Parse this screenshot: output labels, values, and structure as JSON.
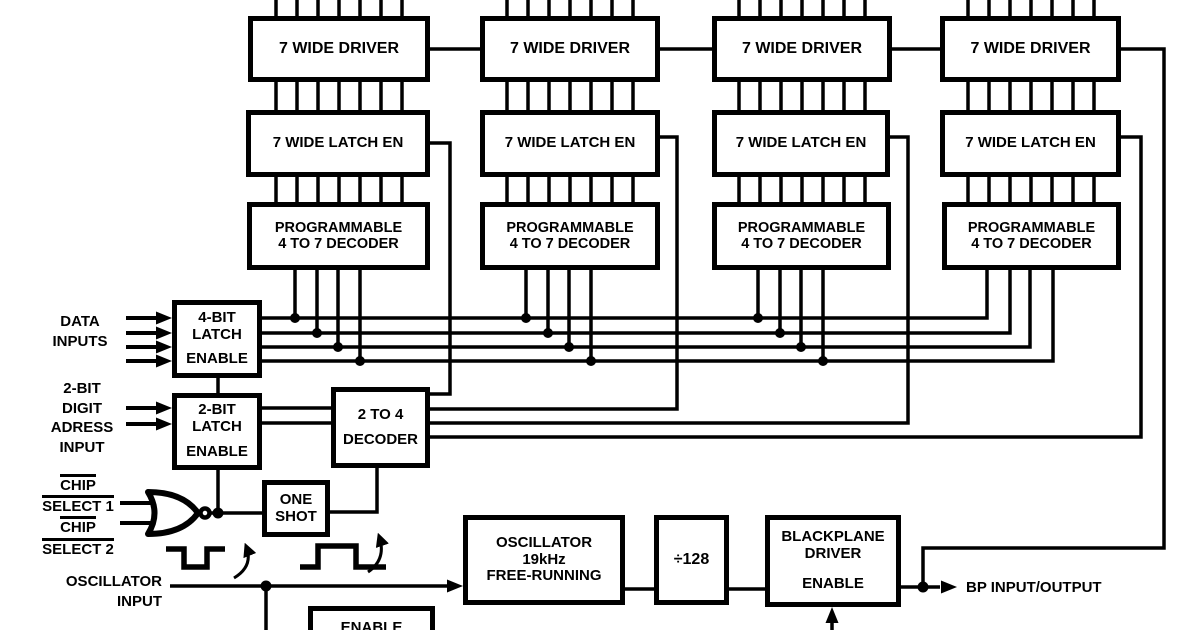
{
  "diagram": {
    "columns": [
      {
        "driver": "7 WIDE DRIVER",
        "latch": "7 WIDE LATCH EN",
        "decoder_l1": "PROGRAMMABLE",
        "decoder_l2": "4 TO 7 DECODER"
      },
      {
        "driver": "7 WIDE DRIVER",
        "latch": "7 WIDE LATCH EN",
        "decoder_l1": "PROGRAMMABLE",
        "decoder_l2": "4 TO 7 DECODER"
      },
      {
        "driver": "7 WIDE DRIVER",
        "latch": "7 WIDE LATCH EN",
        "decoder_l1": "PROGRAMMABLE",
        "decoder_l2": "4 TO 7 DECODER"
      },
      {
        "driver": "7 WIDE DRIVER",
        "latch": "7 WIDE LATCH EN",
        "decoder_l1": "PROGRAMMABLE",
        "decoder_l2": "4 TO 7 DECODER"
      }
    ],
    "data_latch": {
      "l1": "4-BIT",
      "l2": "LATCH",
      "l3": "ENABLE"
    },
    "digit_latch": {
      "l1": "2-BIT",
      "l2": "LATCH",
      "l3": "ENABLE"
    },
    "decoder_2to4": {
      "l1": "2 TO 4",
      "l2": "DECODER"
    },
    "one_shot": {
      "l1": "ONE",
      "l2": "SHOT"
    },
    "oscillator": {
      "l1": "OSCILLATOR",
      "l2": "19kHz",
      "l3": "FREE-RUNNING"
    },
    "divider": {
      "label": "÷128"
    },
    "backplane_driver": {
      "l1": "BLACKPLANE",
      "l2": "DRIVER",
      "l3": "ENABLE"
    },
    "enable_box": {
      "label": "ENABLE"
    },
    "labels": {
      "data_inputs_l1": "DATA",
      "data_inputs_l2": "INPUTS",
      "digit_l1": "2-BIT",
      "digit_l2": "DIGIT",
      "digit_l3": "ADRESS",
      "digit_l4": "INPUT",
      "chip_select_1a": "CHIP",
      "chip_select_1b": "SELECT 1",
      "chip_select_2a": "CHIP",
      "chip_select_2b": "SELECT 2",
      "osc_l1": "OSCILLATOR",
      "osc_l2": "INPUT",
      "bp_io": "BP INPUT/OUTPUT"
    },
    "colors": {
      "ink": "#000000",
      "background": "#ffffff"
    }
  }
}
